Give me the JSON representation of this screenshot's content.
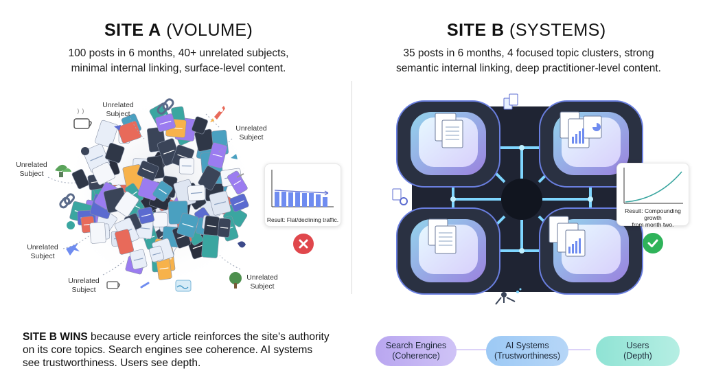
{
  "site_a": {
    "title_bold": "SITE A",
    "title_light": "(VOLUME)",
    "subtitle_line1": "100 posts in 6 months, 40+ unrelated subjects,",
    "subtitle_line2": "minimal internal linking, surface-level content.",
    "labels": [
      {
        "line1": "Unrelated",
        "line2": "Subject"
      },
      {
        "line1": "Unrelated",
        "line2": "Subject"
      },
      {
        "line1": "Unrelated",
        "line2": "Subject"
      },
      {
        "line1": "Unrelated",
        "line2": "Subject"
      },
      {
        "line1": "Unrelated",
        "line2": "Subject"
      },
      {
        "line1": "Unrelated",
        "line2": "Subject"
      }
    ],
    "result": "Result: Flat/declining traffic.",
    "status_icon": "red-x-icon",
    "status_color": "#e0474c"
  },
  "site_b": {
    "title_bold": "SITE B",
    "title_light": "(SYSTEMS)",
    "subtitle_line1": "35 posts in 6 months, 4 focused topic clusters, strong",
    "subtitle_line2": "semantic internal linking, deep practitioner-level content.",
    "result_line1": "Result: Compounding growth",
    "result_line2": "from month two.",
    "status_icon": "green-check-icon",
    "status_color": "#2fb35a"
  },
  "conclusion": {
    "lead": "SITE B WINS",
    "text": " because every article reinforces the site's authority on its core topics. Search engines see coherence. AI systems see trustworthiness. Users see depth."
  },
  "pills": [
    {
      "line1": "Search Engines",
      "line2": "(Coherence)"
    },
    {
      "line1": "AI Systems",
      "line2": "(Trustworthiness)"
    },
    {
      "line1": "Users",
      "line2": "(Depth)"
    }
  ],
  "colors": {
    "node_glow": "#7fd6ff",
    "node_purple": "#9b7cf0",
    "platform_dark": "#1f2433",
    "bar_blue": "#6f8cf0"
  }
}
